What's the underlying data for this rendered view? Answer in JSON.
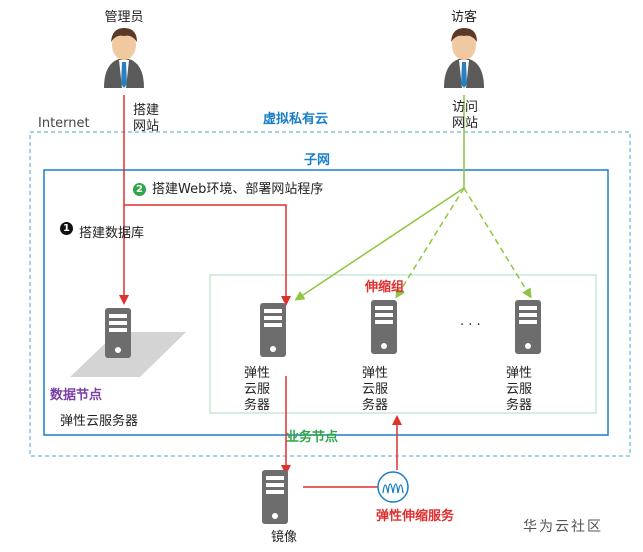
{
  "actors": {
    "admin": {
      "label": "管理员"
    },
    "visitor": {
      "label": "访客"
    }
  },
  "edges": {
    "admin_build": "搭建\n网站",
    "visitor_visit": "访问\n网站"
  },
  "zones": {
    "internet": "Internet",
    "vpc": "虚拟私有云",
    "subnet": "子网",
    "scaling_group": "伸缩组",
    "business_nodes": "业务节点",
    "data_nodes": "数据节点"
  },
  "steps": [
    {
      "num": "2",
      "text": "搭建Web环境、部署网站程序"
    },
    {
      "num": "1",
      "text": "搭建数据库"
    }
  ],
  "servers": {
    "ecs_1": "弹性\n云服\n务器",
    "ecs_2": "弹性\n云服\n务器",
    "ecs_3": "弹性\n云服\n务器",
    "ellipsis": "· · ·",
    "db_server": "弹性云服务器"
  },
  "image": {
    "label": "镜像"
  },
  "as_service": {
    "label": "弹性伸缩服务"
  },
  "watermark": "华为云社区",
  "colors": {
    "vpc_border": "#4aa3d8",
    "subnet_border": "#1a7fc9",
    "scaling_border": "#a8dcc0",
    "red_arrow": "#e03131",
    "green_arrow": "#8dc63f",
    "server_gray": "#6d6d6d"
  }
}
